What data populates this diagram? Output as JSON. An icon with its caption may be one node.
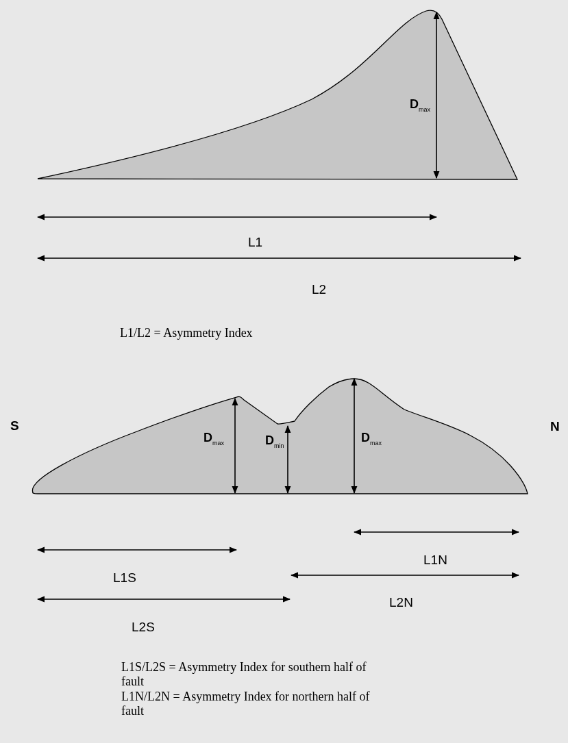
{
  "diagram": {
    "labels": [
      "D$_{max}$",
      "L1",
      "L2",
      "L1/L2 = Asymmetry Index",
      "S",
      "D$_{max}$",
      "D$_{min}$",
      "D$_{max}$",
      "N",
      "L1N",
      "L1S",
      "L2N",
      "L2S",
      "L1S/L2S = Asymmetry Index for southern half of fault",
      "L1N/L2N = Asymmetry Index for northern half of fault"
    ]
  }
}
